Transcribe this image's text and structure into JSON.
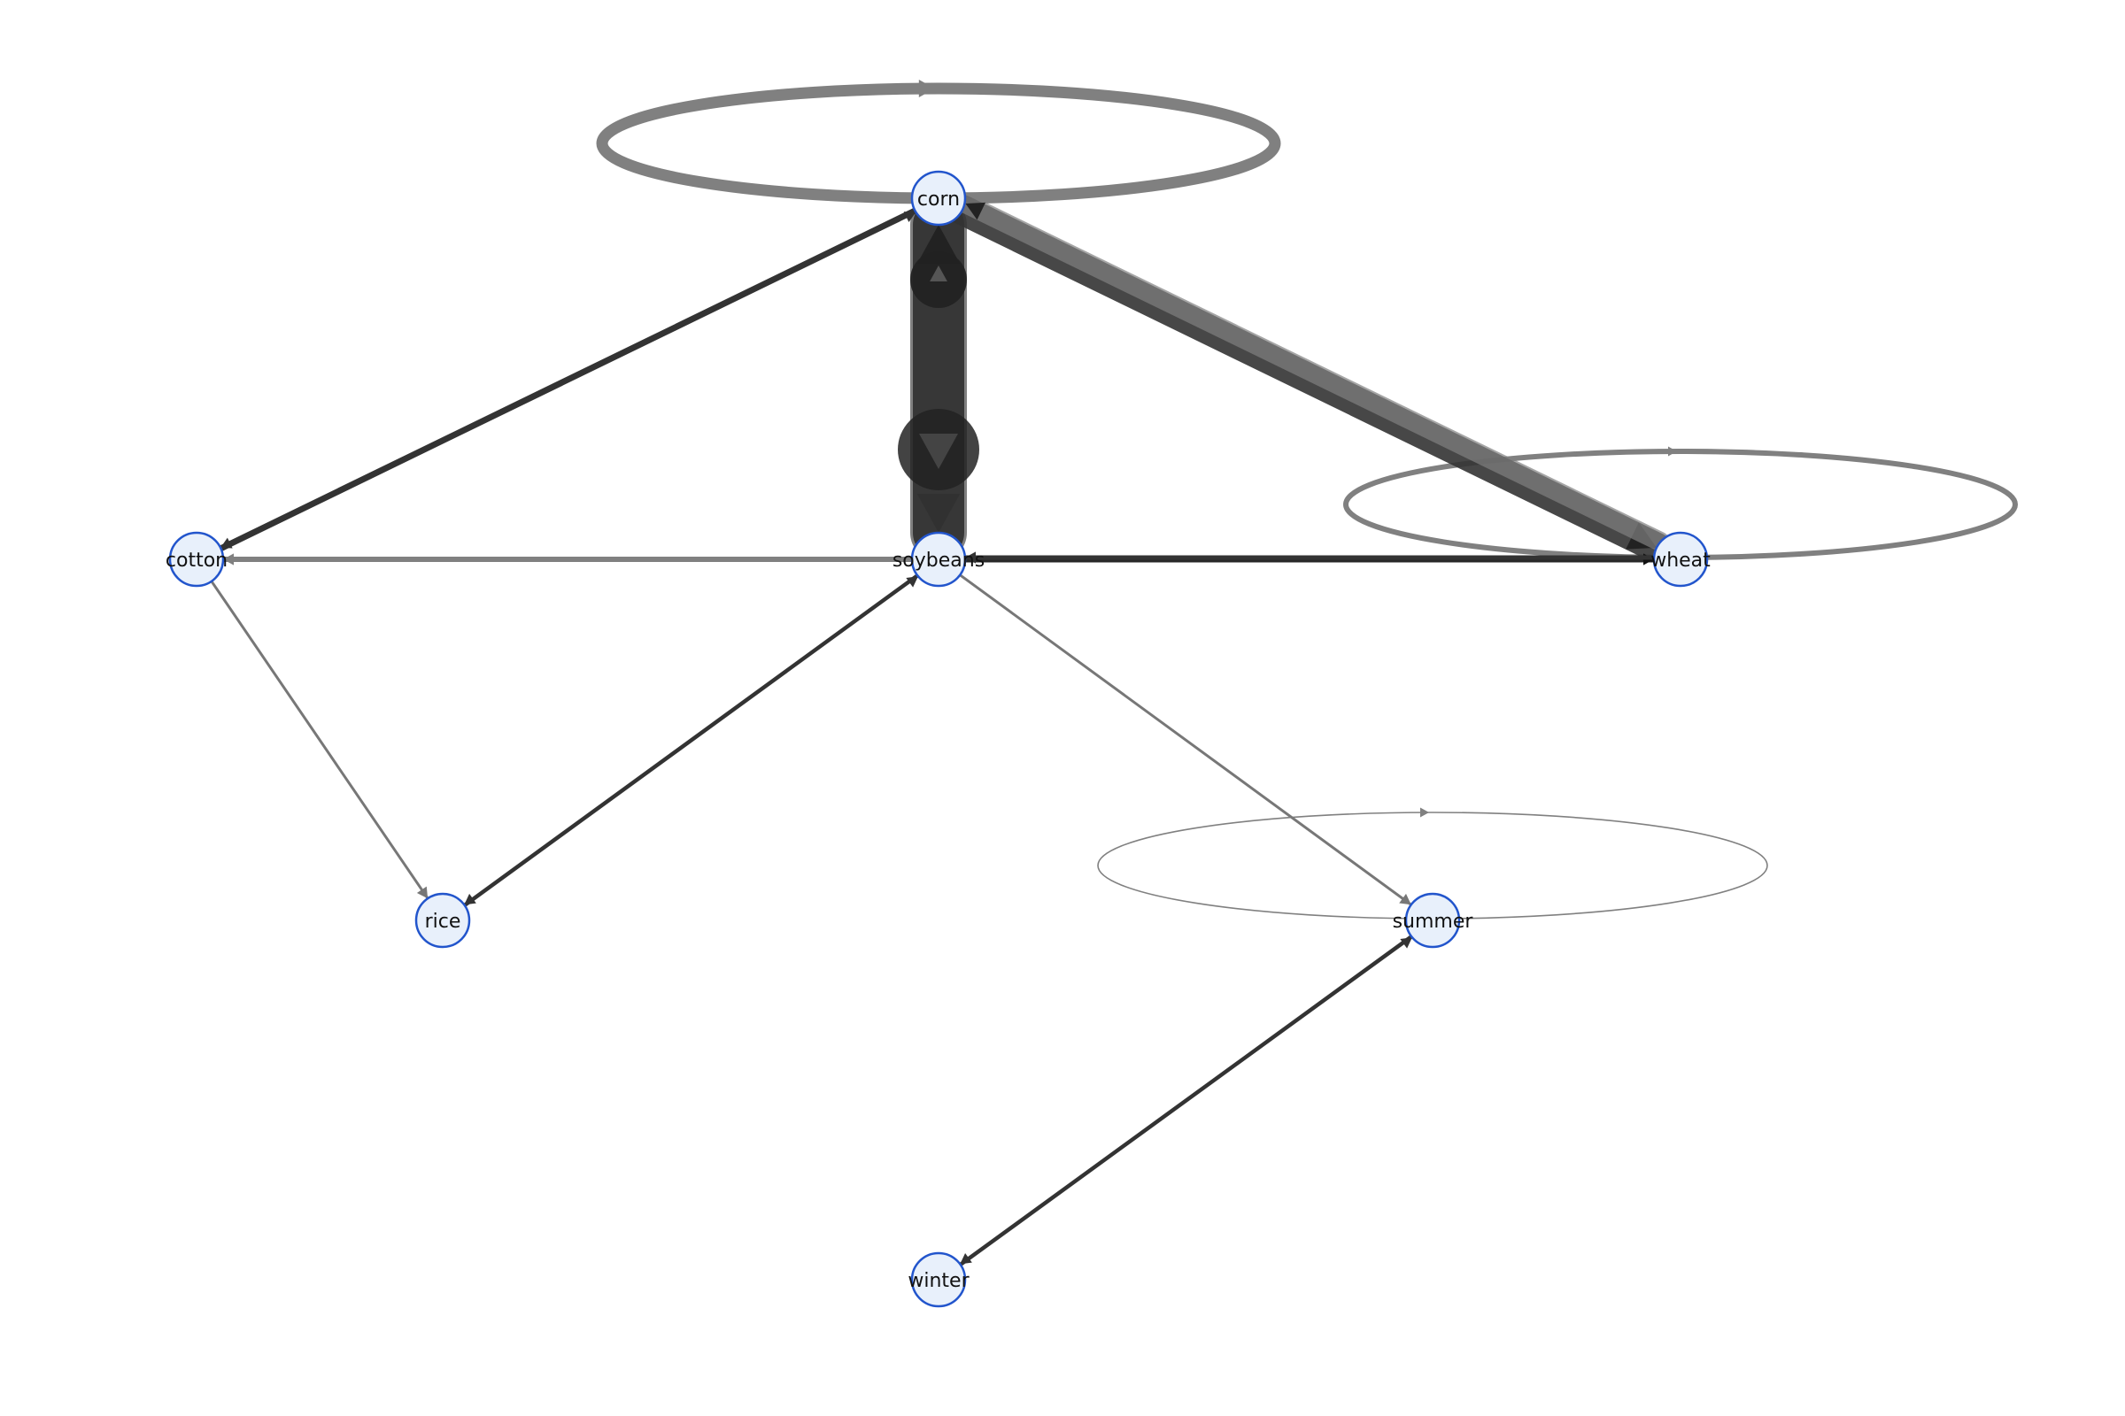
{
  "nodes": [
    {
      "id": "corn",
      "label": "corn"
    },
    {
      "id": "cotton",
      "label": "cotton"
    },
    {
      "id": "soybeans",
      "label": "soybeans"
    },
    {
      "id": "wheat",
      "label": "wheat"
    },
    {
      "id": "rice",
      "label": "rice"
    },
    {
      "id": "summer",
      "label": "summer"
    },
    {
      "id": "winter",
      "label": "winter"
    }
  ],
  "edges": [
    {
      "source": "corn",
      "target": "corn",
      "weight": "heavy"
    },
    {
      "source": "wheat",
      "target": "wheat",
      "weight": "medium"
    },
    {
      "source": "summer",
      "target": "summer",
      "weight": "light"
    },
    {
      "source": "corn",
      "target": "soybeans",
      "weight": "very heavy"
    },
    {
      "source": "soybeans",
      "target": "corn",
      "weight": "very heavy"
    },
    {
      "source": "corn",
      "target": "wheat",
      "weight": "very heavy"
    },
    {
      "source": "wheat",
      "target": "corn",
      "weight": "heavy"
    },
    {
      "source": "corn",
      "target": "cotton",
      "weight": "medium"
    },
    {
      "source": "cotton",
      "target": "corn",
      "weight": "medium"
    },
    {
      "source": "soybeans",
      "target": "cotton",
      "weight": "medium"
    },
    {
      "source": "soybeans",
      "target": "wheat",
      "weight": "heavy"
    },
    {
      "source": "wheat",
      "target": "soybeans",
      "weight": "heavy"
    },
    {
      "source": "soybeans",
      "target": "rice",
      "weight": "light"
    },
    {
      "source": "rice",
      "target": "soybeans",
      "weight": "light"
    },
    {
      "source": "soybeans",
      "target": "summer",
      "weight": "light"
    },
    {
      "source": "cotton",
      "target": "rice",
      "weight": "light"
    },
    {
      "source": "summer",
      "target": "winter",
      "weight": "light"
    },
    {
      "source": "winter",
      "target": "summer",
      "weight": "light"
    }
  ],
  "colors": {
    "node_fill": "#e8f0fb",
    "node_stroke": "#2255cc",
    "edge_dark": "#333333",
    "edge_gray": "#808080",
    "label": "#111111"
  }
}
